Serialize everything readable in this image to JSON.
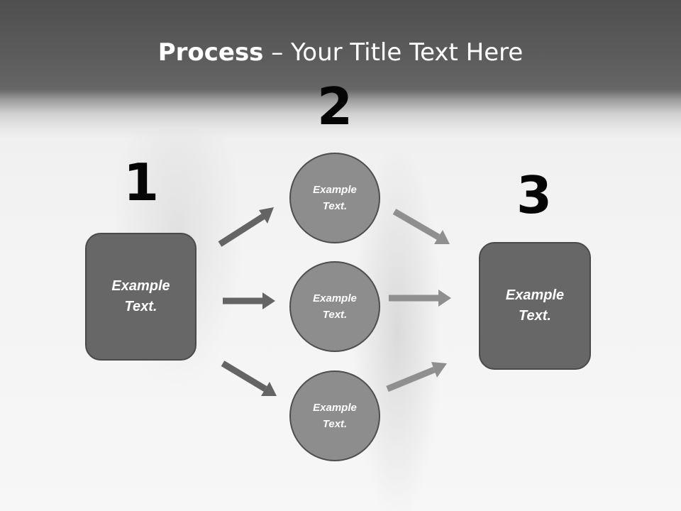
{
  "title": {
    "bold": "Process",
    "rest": " – Your Title Text Here"
  },
  "steps": {
    "step1": "1",
    "step2": "2",
    "step3": "3"
  },
  "boxes": {
    "left": {
      "line1": "Example",
      "line2": "Text."
    },
    "right": {
      "line1": "Example",
      "line2": "Text."
    }
  },
  "circles": [
    {
      "line1": "Example",
      "line2": "Text."
    },
    {
      "line1": "Example",
      "line2": "Text."
    },
    {
      "line1": "Example",
      "line2": "Text."
    }
  ],
  "colors": {
    "header": "#5e5e5e",
    "box_fill": "#676767",
    "circle_fill": "#8d8d8d",
    "arrow_dark": "#646464",
    "arrow_light": "#8f8f8f",
    "number": "#050505"
  }
}
